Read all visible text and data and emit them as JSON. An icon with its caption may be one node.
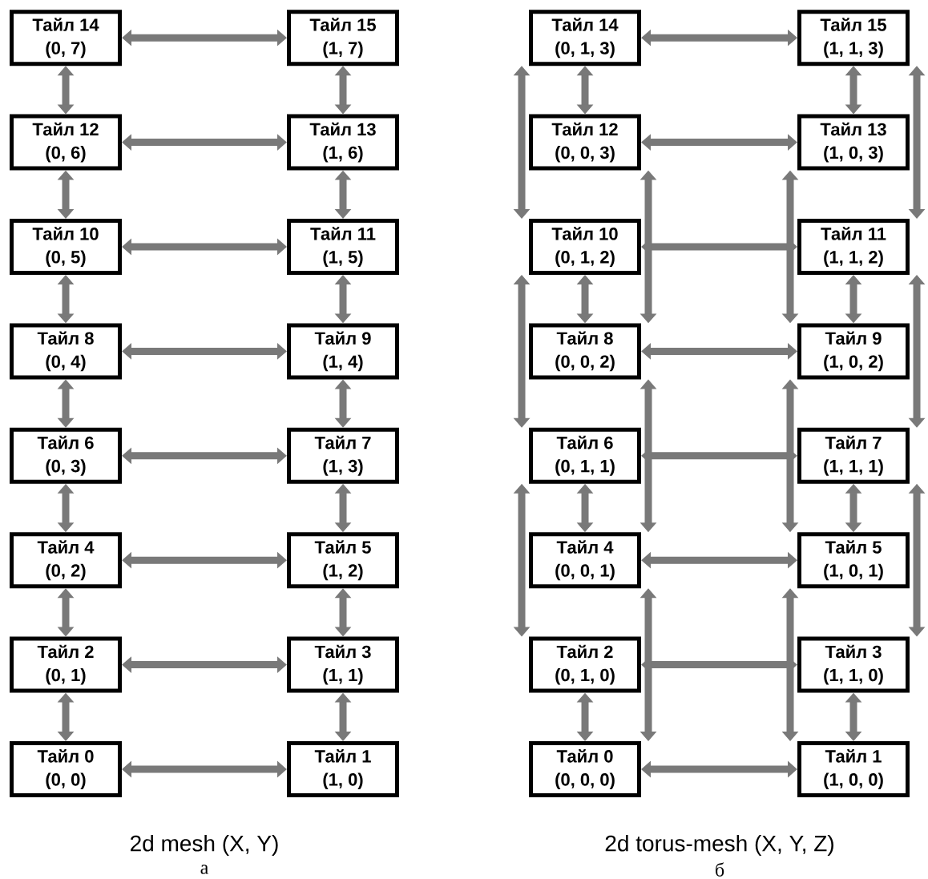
{
  "diagram": {
    "nodes": [
      {
        "text": [
          "Тайл 14",
          "(0, 7)"
        ]
      },
      {
        "text": [
          "Тайл 15",
          "(1, 7)"
        ]
      },
      {
        "text": [
          "Тайл 12",
          "(0, 6)"
        ]
      },
      {
        "text": [
          "Тайл 13",
          "(1, 6)"
        ]
      },
      {
        "text": [
          "Тайл 10",
          "(0, 5)"
        ]
      },
      {
        "text": [
          "Тайл 11",
          "(1, 5)"
        ]
      },
      {
        "text": [
          "Тайл 8",
          "(0, 4)"
        ]
      },
      {
        "text": [
          "Тайл 9",
          "(1, 4)"
        ]
      },
      {
        "text": [
          "Тайл 6",
          "(0, 3)"
        ]
      },
      {
        "text": [
          "Тайл 7",
          "(1, 3)"
        ]
      },
      {
        "text": [
          "Тайл 4",
          "(0, 2)"
        ]
      },
      {
        "text": [
          "Тайл 5",
          "(1, 2)"
        ]
      },
      {
        "text": [
          "Тайл 2",
          "(0, 1)"
        ]
      },
      {
        "text": [
          "Тайл 3",
          "(1, 1)"
        ]
      },
      {
        "text": [
          "Тайл 0",
          "(0, 0)"
        ]
      },
      {
        "text": [
          "Тайл 1",
          "(1, 0)"
        ]
      },
      {
        "text": [
          "Тайл 14",
          "(0, 1, 3)"
        ]
      },
      {
        "text": [
          "Тайл 15",
          "(1, 1, 3)"
        ]
      },
      {
        "text": [
          "Тайл 12",
          "(0, 0, 3)"
        ]
      },
      {
        "text": [
          "Тайл 13",
          "(1, 0, 3)"
        ]
      },
      {
        "text": [
          "Тайл 10",
          "(0, 1, 2)"
        ]
      },
      {
        "text": [
          "Тайл 11",
          "(1, 1, 2)"
        ]
      },
      {
        "text": [
          "Тайл 8",
          "(0, 0, 2)"
        ]
      },
      {
        "text": [
          "Тайл 9",
          "(1, 0, 2)"
        ]
      },
      {
        "text": [
          "Тайл 6",
          "(0, 1, 1)"
        ]
      },
      {
        "text": [
          "Тайл 7",
          "(1, 1, 1)"
        ]
      },
      {
        "text": [
          "Тайл 4",
          "(0, 0, 1)"
        ]
      },
      {
        "text": [
          "Тайл 5",
          "(1, 0, 1)"
        ]
      },
      {
        "text": [
          "Тайл 2",
          "(0, 1, 0)"
        ]
      },
      {
        "text": [
          "Тайл 3",
          "(1, 1, 0)"
        ]
      },
      {
        "text": [
          "Тайл 0",
          "(0, 0, 0)"
        ]
      },
      {
        "text": [
          "Тайл 1",
          "(1, 0, 0)"
        ]
      }
    ],
    "edges": [
      {
        "from": 0,
        "to": 1,
        "arrow": "both"
      },
      {
        "from": 2,
        "to": 3,
        "arrow": "both"
      },
      {
        "from": 4,
        "to": 5,
        "arrow": "both"
      },
      {
        "from": 6,
        "to": 7,
        "arrow": "both"
      },
      {
        "from": 8,
        "to": 9,
        "arrow": "both"
      },
      {
        "from": 10,
        "to": 11,
        "arrow": "both"
      },
      {
        "from": 12,
        "to": 13,
        "arrow": "both"
      },
      {
        "from": 14,
        "to": 15,
        "arrow": "both"
      },
      {
        "from": 0,
        "to": 2,
        "arrow": "both"
      },
      {
        "from": 2,
        "to": 4,
        "arrow": "both"
      },
      {
        "from": 4,
        "to": 6,
        "arrow": "both"
      },
      {
        "from": 6,
        "to": 8,
        "arrow": "both"
      },
      {
        "from": 8,
        "to": 10,
        "arrow": "both"
      },
      {
        "from": 10,
        "to": 12,
        "arrow": "both"
      },
      {
        "from": 12,
        "to": 14,
        "arrow": "both"
      },
      {
        "from": 1,
        "to": 3,
        "arrow": "both"
      },
      {
        "from": 3,
        "to": 5,
        "arrow": "both"
      },
      {
        "from": 5,
        "to": 7,
        "arrow": "both"
      },
      {
        "from": 7,
        "to": 9,
        "arrow": "both"
      },
      {
        "from": 9,
        "to": 11,
        "arrow": "both"
      },
      {
        "from": 11,
        "to": 13,
        "arrow": "both"
      },
      {
        "from": 13,
        "to": 15,
        "arrow": "both"
      },
      {
        "from": 16,
        "to": 17,
        "arrow": "both"
      },
      {
        "from": 18,
        "to": 19,
        "arrow": "both"
      },
      {
        "from": 20,
        "to": 21,
        "arrow": "both"
      },
      {
        "from": 22,
        "to": 23,
        "arrow": "both"
      },
      {
        "from": 24,
        "to": 25,
        "arrow": "both"
      },
      {
        "from": 26,
        "to": 27,
        "arrow": "both"
      },
      {
        "from": 28,
        "to": 29,
        "arrow": "both"
      },
      {
        "from": 30,
        "to": 31,
        "arrow": "both"
      },
      {
        "from": 16,
        "to": 18,
        "arrow": "both"
      },
      {
        "from": 20,
        "to": 22,
        "arrow": "both"
      },
      {
        "from": 24,
        "to": 26,
        "arrow": "both"
      },
      {
        "from": 28,
        "to": 30,
        "arrow": "both"
      },
      {
        "from": 17,
        "to": 19,
        "arrow": "both"
      },
      {
        "from": 21,
        "to": 23,
        "arrow": "both"
      },
      {
        "from": 25,
        "to": 27,
        "arrow": "both"
      },
      {
        "from": 29,
        "to": 31,
        "arrow": "both"
      },
      {
        "from": 16,
        "to": 20,
        "arrow": "both"
      },
      {
        "from": 20,
        "to": 24,
        "arrow": "both"
      },
      {
        "from": 24,
        "to": 28,
        "arrow": "both"
      },
      {
        "from": 18,
        "to": 22,
        "arrow": "both"
      },
      {
        "from": 22,
        "to": 26,
        "arrow": "both"
      },
      {
        "from": 26,
        "to": 30,
        "arrow": "both"
      },
      {
        "from": 19,
        "to": 23,
        "arrow": "both"
      },
      {
        "from": 23,
        "to": 27,
        "arrow": "both"
      },
      {
        "from": 27,
        "to": 31,
        "arrow": "both"
      },
      {
        "from": 17,
        "to": 21,
        "arrow": "both"
      },
      {
        "from": 21,
        "to": 25,
        "arrow": "both"
      },
      {
        "from": 25,
        "to": 29,
        "arrow": "both"
      }
    ],
    "labels": [
      "2d mesh (X, Y)",
      "а",
      "2d torus-mesh (X, Y, Z)",
      "б"
    ]
  }
}
